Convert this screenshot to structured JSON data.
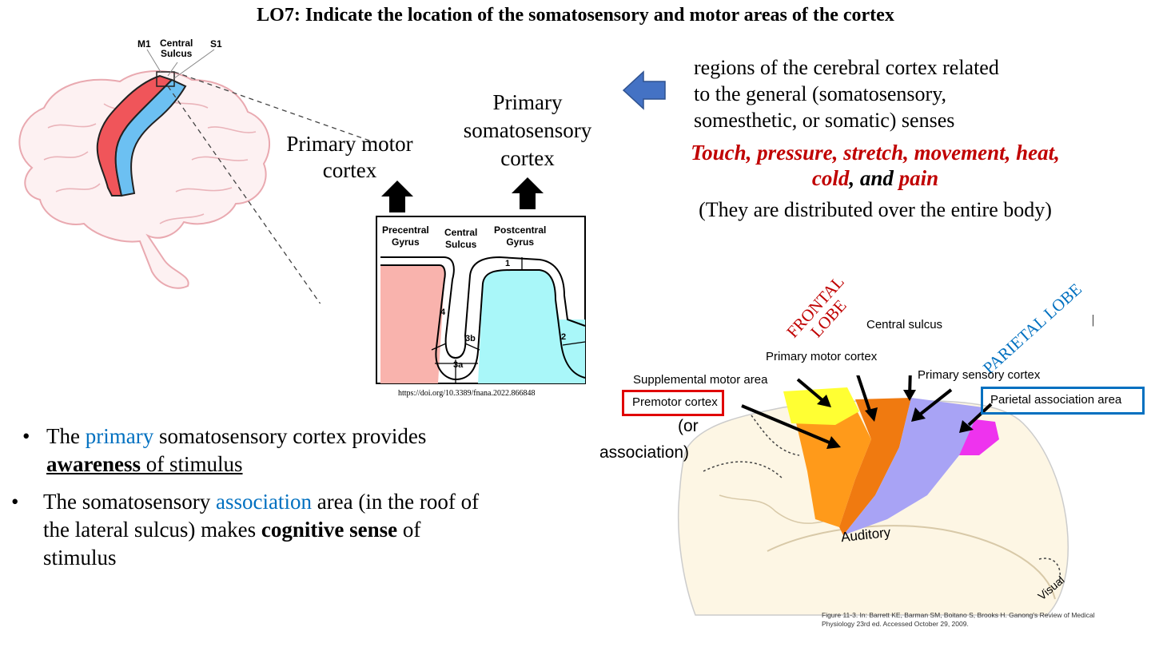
{
  "title": "LO7: Indicate the location of the somatosensory and motor areas of the cortex",
  "brain_labels": {
    "m1": "M1",
    "central_sulcus_1": "Central",
    "central_sulcus_2": "Sulcus",
    "s1": "S1"
  },
  "primary_motor": {
    "line1": "Primary motor",
    "line2": "cortex"
  },
  "primary_somato": {
    "line1": "Primary",
    "line2": "somatosensory",
    "line3": "cortex"
  },
  "gyrus_box": {
    "precentral_1": "Precentral",
    "precentral_2": "Gyrus",
    "central_1": "Central",
    "central_2": "Sulcus",
    "postcentral_1": "Postcentral",
    "postcentral_2": "Gyrus",
    "area_1": "1",
    "area_2": "2",
    "area_3a": "3a",
    "area_3b": "3b",
    "area_4": "4",
    "doi": "https://doi.org/10.3389/fnana.2022.866848"
  },
  "definition": {
    "line1": "regions of the cerebral cortex related",
    "line2": "to the general (somatosensory,",
    "line3": "somesthetic, or somatic) senses"
  },
  "senses": {
    "part1": "Touch, pressure, stretch, movement, heat,",
    "part2": "cold",
    "part3": ", and ",
    "part4": "pain"
  },
  "distributed": "(They are distributed over the entire body)",
  "bullets": {
    "b1_pre": "The ",
    "b1_primary": "primary",
    "b1_mid": " somatosensory cortex provides",
    "b1_awareness": "awareness",
    "b1_end": " of stimulus",
    "b2_pre": "The somatosensory ",
    "b2_association": "association",
    "b2_mid": " area (in the roof of",
    "b2_line2_pre": "the lateral sulcus) makes ",
    "b2_cognitive": "cognitive sense",
    "b2_line2_end": " of",
    "b2_line3": "stimulus"
  },
  "lobe_diagram": {
    "frontal_1": "FRONTAL",
    "frontal_2": "LOBE",
    "parietal": "PARIETAL LOBE",
    "central_sulcus": "Central sulcus",
    "primary_motor_cortex": "Primary motor cortex",
    "supplemental": "Supplemental motor area",
    "primary_sensory": "Primary sensory cortex",
    "premotor": "Premotor cortex",
    "parietal_assoc": "Parietal association area",
    "or_1": "(or",
    "or_2": "association)",
    "auditory": "Auditory",
    "visual": "Visual",
    "fig_ref_1": "Figure 11-3. In: Barrett KE, Barman SM, Boitano S, Brooks H. Ganong's Review of Medical",
    "fig_ref_2": "Physiology 23rd ed.                                               Accessed October 29, 2009."
  },
  "colors": {
    "red": "#c00000",
    "blue": "#0070c0",
    "arrow_blue": "#4472c4"
  }
}
